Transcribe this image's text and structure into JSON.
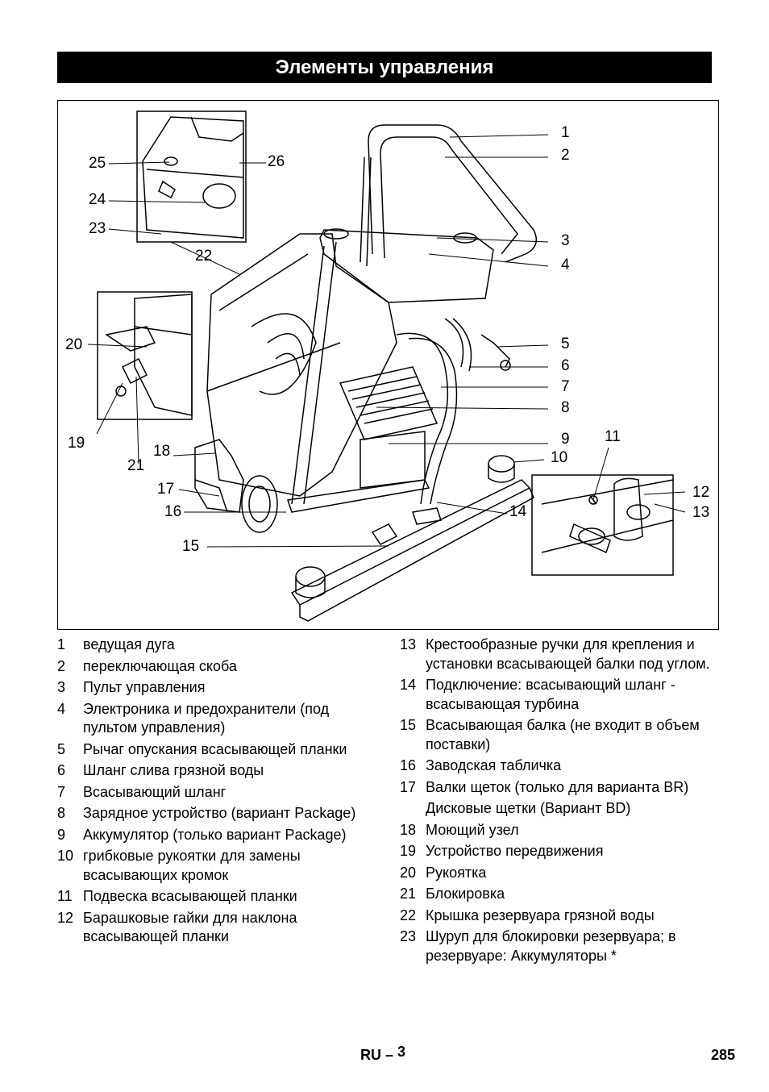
{
  "header": {
    "title": "Элементы управления"
  },
  "figure": {
    "callouts": [
      "1",
      "2",
      "3",
      "4",
      "5",
      "6",
      "7",
      "8",
      "9",
      "10",
      "11",
      "12",
      "13",
      "14",
      "15",
      "16",
      "17",
      "18",
      "19",
      "20",
      "21",
      "22",
      "23",
      "24",
      "25",
      "26"
    ]
  },
  "legend": {
    "left": [
      {
        "num": "1",
        "text": "ведущая дуга"
      },
      {
        "num": "2",
        "text": "переключающая скоба"
      },
      {
        "num": "3",
        "text": "Пульт управления"
      },
      {
        "num": "4",
        "text": "Электроника и предохранители (под пультом управления)"
      },
      {
        "num": "5",
        "text": "Рычаг опускания всасывающей планки"
      },
      {
        "num": "6",
        "text": "Шланг слива грязной воды"
      },
      {
        "num": "7",
        "text": "Всасывающий шланг"
      },
      {
        "num": "8",
        "text": "Зарядное устройство (вариант Package)"
      },
      {
        "num": "9",
        "text": "Аккумулятор (только вариант Package)"
      },
      {
        "num": "10",
        "text": "грибковые рукоятки для замены всасывающих кромок"
      },
      {
        "num": "11",
        "text": "Подвеска всасывающей планки"
      },
      {
        "num": "12",
        "text": "Барашковые гайки для наклона всасывающей планки"
      }
    ],
    "right": [
      {
        "num": "13",
        "text": "Крестообразные ручки для крепления и установки всасывающей балки под углом."
      },
      {
        "num": "14",
        "text": "Подключение: всасывающий шланг - всасывающая турбина"
      },
      {
        "num": "15",
        "text": "Всасывающая балка (не входит в объем поставки)"
      },
      {
        "num": "16",
        "text": "Заводская табличка"
      },
      {
        "num": "17",
        "text": "Валки щеток (только для варианта BR)"
      },
      {
        "num": "",
        "text": "Дисковые щетки (Вариант BD)"
      },
      {
        "num": "18",
        "text": "Моющий узел"
      },
      {
        "num": "19",
        "text": "Устройство передвижения"
      },
      {
        "num": "20",
        "text": "Рукоятка"
      },
      {
        "num": "21",
        "text": "Блокировка"
      },
      {
        "num": "22",
        "text": "Крышка резервуара грязной воды"
      },
      {
        "num": "23",
        "text": "Шуруп для блокировки резервуара; в резервуаре: Аккумуляторы *"
      }
    ]
  },
  "footer": {
    "lang": "RU",
    "dash": "–",
    "section": "3",
    "page": "285"
  }
}
